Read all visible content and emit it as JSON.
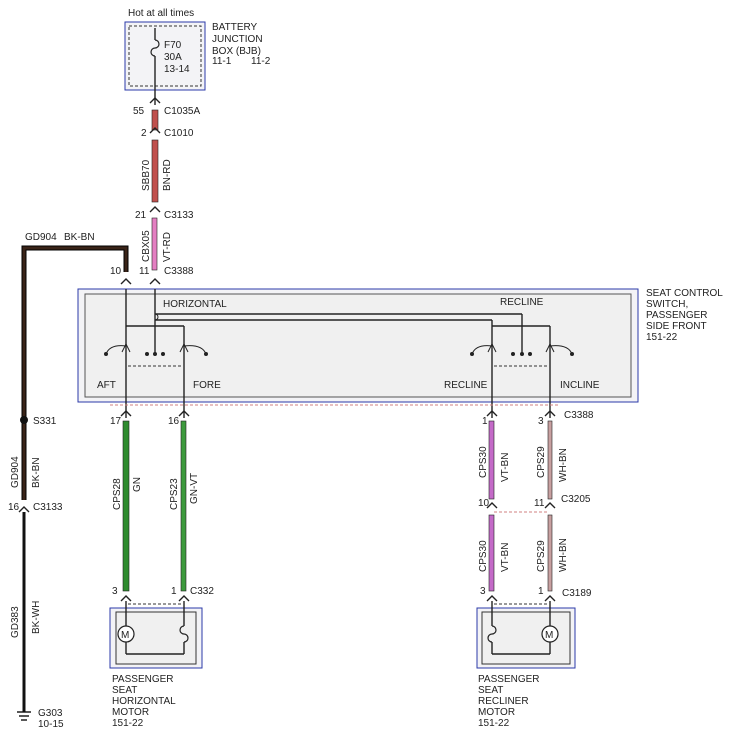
{
  "header": {
    "hot_text": "Hot at all times"
  },
  "bjb": {
    "label_lines": [
      "BATTERY",
      "JUNCTION",
      "BOX (BJB)"
    ],
    "ref_a": "11-1",
    "ref_b": "11-2",
    "fuse_lines": [
      "F70",
      "30A",
      "13-14"
    ]
  },
  "connectors": {
    "c1035a": {
      "pin": "55",
      "name": "C1035A"
    },
    "c1010": {
      "pin": "2",
      "name": "C1010"
    },
    "c3133_top": {
      "pin": "21",
      "name": "C3133"
    },
    "c3388_top": {
      "pin_a": "10",
      "pin_b": "11",
      "name": "C3388"
    },
    "c3388_bottom": {
      "pin_a": "17",
      "pin_b": "16",
      "pin_c": "1",
      "pin_d": "3",
      "name": "C3388"
    },
    "c3205": {
      "pin_a": "10",
      "pin_b": "11",
      "name": "C3205"
    },
    "c332": {
      "pin_a": "3",
      "pin_b": "1",
      "name": "C332"
    },
    "c3189": {
      "pin_a": "3",
      "pin_b": "1",
      "name": "C3189"
    },
    "c3133_left": {
      "pin": "16",
      "name": "C3133"
    },
    "s331": {
      "name": "S331"
    },
    "g303": {
      "name": "G303",
      "ref": "10-15"
    }
  },
  "wires": {
    "sbb70": {
      "circuit": "SBB70",
      "color": "BN-RD"
    },
    "cbx05": {
      "circuit": "CBX05",
      "color": "VT-RD"
    },
    "gd904_top": {
      "circuit": "GD904",
      "color": "BK-BN"
    },
    "gd904_side": {
      "circuit": "GD904",
      "color": "BK-BN"
    },
    "gd383": {
      "circuit": "GD383",
      "color": "BK-WH"
    },
    "cps28": {
      "circuit": "CPS28",
      "color": "GN"
    },
    "cps23": {
      "circuit": "CPS23",
      "color": "GN-VT"
    },
    "cps30_a": {
      "circuit": "CPS30",
      "color": "VT-BN"
    },
    "cps29_a": {
      "circuit": "CPS29",
      "color": "WH-BN"
    },
    "cps30_b": {
      "circuit": "CPS30",
      "color": "VT-BN"
    },
    "cps29_b": {
      "circuit": "CPS29",
      "color": "WH-BN"
    }
  },
  "switch": {
    "title_lines": [
      "SEAT CONTROL",
      "SWITCH,",
      "PASSENGER",
      "SIDE FRONT",
      "151-22"
    ],
    "horizontal": "HORIZONTAL",
    "recline": "RECLINE",
    "aft": "AFT",
    "fore": "FORE",
    "recline_pos": "RECLINE",
    "incline": "INCLINE"
  },
  "motors": {
    "horizontal": {
      "lines": [
        "PASSENGER",
        "SEAT",
        "HORIZONTAL",
        "MOTOR",
        "151-22"
      ]
    },
    "recliner": {
      "lines": [
        "PASSENGER",
        "SEAT",
        "RECLINER",
        "MOTOR",
        "151-22"
      ]
    },
    "symbol": "M"
  },
  "colors": {
    "bn_rd": "#c0504d",
    "vt_rd": "#e47fc2",
    "bk_bn": "#3a2418",
    "bk_wh": "#111111",
    "gn": "#2e8b2e",
    "gn_vt": "#3d9a3d",
    "vt_bn": "#c46ac8",
    "wh_bn": "#c8a0a0",
    "box_border": "#2b3aa8"
  }
}
